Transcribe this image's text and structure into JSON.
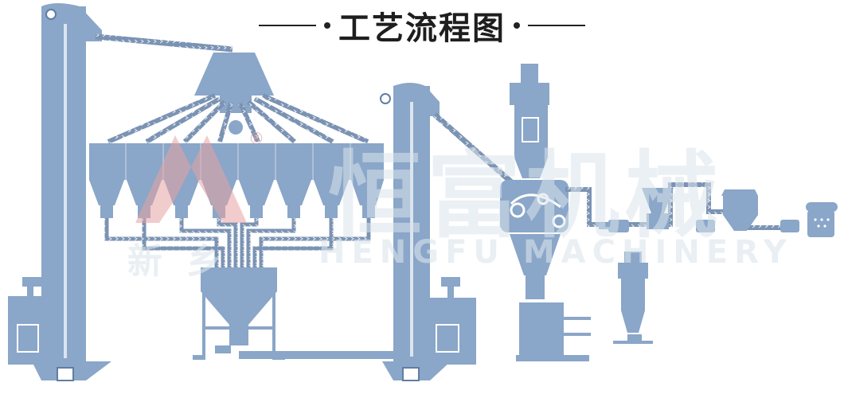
{
  "title": "工艺流程图",
  "watermark": {
    "brand_cn": "恒富机械",
    "brand_cn_prefix": "新乡",
    "brand_en": "HENGFU MACHINERY",
    "registered": "®"
  },
  "colors": {
    "equipment": "#8aa6c8",
    "equipment_dark": "#5f7ea3",
    "pipe": "#7b93b3",
    "title": "#1e1e1e",
    "logo": "#e7a3a3"
  }
}
